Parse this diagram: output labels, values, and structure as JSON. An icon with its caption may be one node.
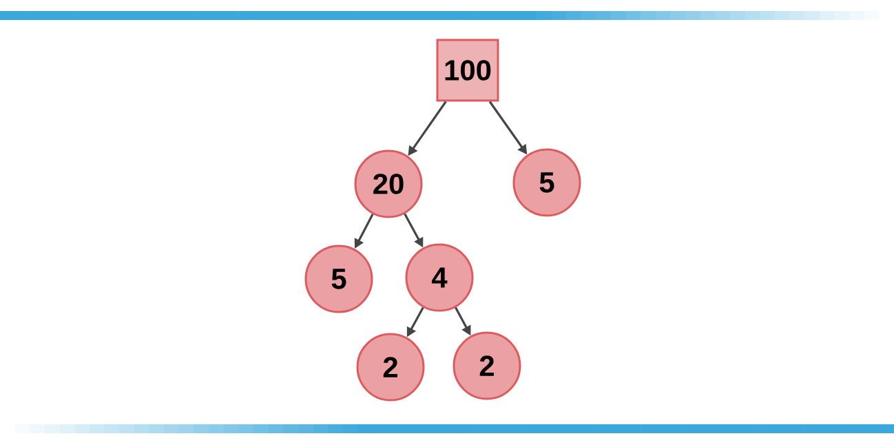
{
  "diagram": {
    "nodes": [
      {
        "text": [
          "100"
        ]
      },
      {
        "text": [
          "20"
        ]
      },
      {
        "text": [
          "5"
        ]
      },
      {
        "text": [
          "5"
        ]
      },
      {
        "text": [
          "4"
        ]
      },
      {
        "text": [
          "2"
        ]
      },
      {
        "text": [
          "2"
        ]
      }
    ],
    "edges": [
      {
        "from": 0,
        "to": 1,
        "arrow": "to"
      },
      {
        "from": 0,
        "to": 2,
        "arrow": "to"
      },
      {
        "from": 1,
        "to": 3,
        "arrow": "to"
      },
      {
        "from": 1,
        "to": 4,
        "arrow": "to"
      },
      {
        "from": 4,
        "to": 5,
        "arrow": "to"
      },
      {
        "from": 4,
        "to": 6,
        "arrow": "to"
      }
    ]
  }
}
